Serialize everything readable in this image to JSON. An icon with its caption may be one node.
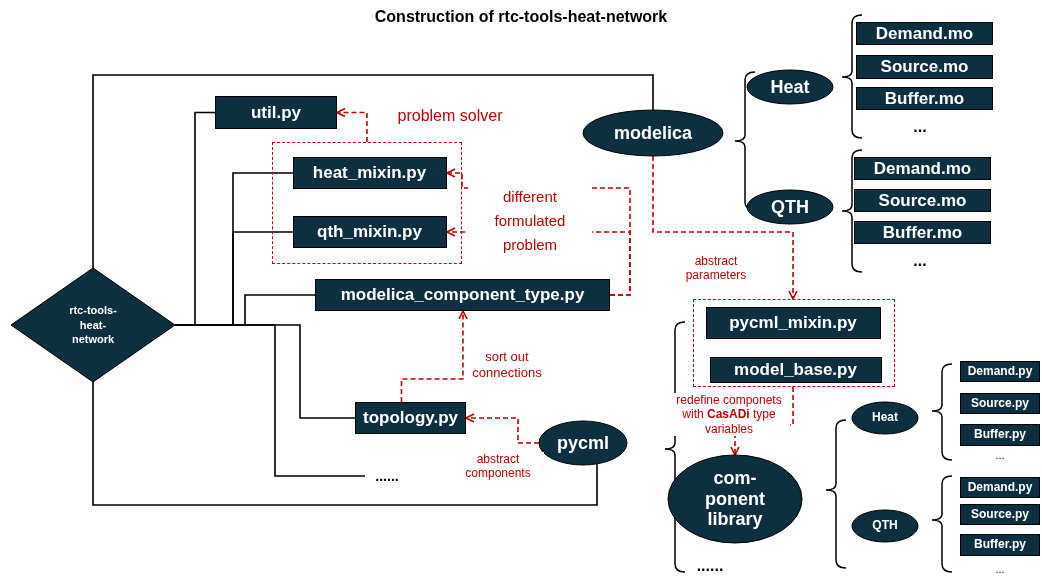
{
  "diagram": {
    "title": "Construction of rtc-tools-heat-network",
    "nodes": [
      {
        "text": [
          "rtc-tools-heat-network"
        ]
      },
      {
        "text": [
          "util.py"
        ]
      },
      {
        "text": [],
        "shape": "box"
      },
      {
        "text": [
          "heat_mixin.py"
        ],
        "in": 2
      },
      {
        "text": [
          "qth_mixin.py"
        ],
        "in": 2
      },
      {
        "text": [
          "modelica_component_type.py"
        ]
      },
      {
        "text": [
          "topology.py"
        ]
      },
      {
        "text": [
          "......"
        ]
      },
      {
        "text": [
          "modelica"
        ]
      },
      {
        "text": [
          "pycml"
        ]
      },
      {
        "text": [
          "Heat"
        ]
      },
      {
        "text": [
          "QTH"
        ]
      },
      {
        "text": [
          "Demand.mo"
        ]
      },
      {
        "text": [
          "Source.mo"
        ]
      },
      {
        "text": [
          "Buffer.mo"
        ]
      },
      {
        "text": [
          "Demand.mo"
        ]
      },
      {
        "text": [
          "Source.mo"
        ]
      },
      {
        "text": [
          "Buffer.mo"
        ]
      },
      {
        "text": [],
        "shape": "box"
      },
      {
        "text": [
          "pycml_mixin.py"
        ],
        "in": 18
      },
      {
        "text": [
          "model_base.py"
        ],
        "in": 18
      },
      {
        "text": [
          "com- ponent library"
        ]
      },
      {
        "text": [
          "Heat"
        ]
      },
      {
        "text": [
          "QTH"
        ]
      },
      {
        "text": [
          "Demand.py"
        ]
      },
      {
        "text": [
          "Source.py"
        ]
      },
      {
        "text": [
          "Buffer.py"
        ]
      },
      {
        "text": [
          "Demand.py"
        ]
      },
      {
        "text": [
          "Source.py"
        ]
      },
      {
        "text": [
          "Buffer.py"
        ]
      }
    ],
    "edges": [
      {
        "from": 0,
        "to": 1,
        "arrow": "none"
      },
      {
        "from": 0,
        "to": 3,
        "arrow": "none"
      },
      {
        "from": 0,
        "to": 4,
        "arrow": "none"
      },
      {
        "from": 0,
        "to": 5,
        "arrow": "none"
      },
      {
        "from": 0,
        "to": 6,
        "arrow": "none"
      },
      {
        "from": 0,
        "to": 7,
        "arrow": "none"
      },
      {
        "from": 0,
        "to": 8,
        "arrow": "none"
      },
      {
        "from": 0,
        "to": 9,
        "arrow": "none"
      },
      {
        "from": 2,
        "to": 1,
        "arrow": "to",
        "label": "problem solver",
        "style": "dashed",
        "color": "#c00000"
      },
      {
        "from": 5,
        "to": 3,
        "arrow": "to",
        "label": "different formulated problem",
        "style": "dashed",
        "color": "#c00000"
      },
      {
        "from": 5,
        "to": 4,
        "arrow": "to",
        "style": "dashed",
        "color": "#c00000"
      },
      {
        "from": 6,
        "to": 5,
        "arrow": "to",
        "label": "sort out connections",
        "style": "dashed",
        "color": "#c00000"
      },
      {
        "from": 9,
        "to": 6,
        "arrow": "to",
        "label": "abstract components",
        "style": "dashed",
        "color": "#c00000"
      },
      {
        "from": 8,
        "to": 18,
        "arrow": "to",
        "label": "abstract parameters",
        "style": "dashed",
        "color": "#c00000"
      },
      {
        "from": 18,
        "to": 21,
        "arrow": "to",
        "label": "redefine componets with **CasADi** type variables",
        "style": "dashed",
        "color": "#c00000"
      }
    ],
    "labels": [
      "...",
      "...",
      "...",
      "...",
      "......"
    ]
  }
}
